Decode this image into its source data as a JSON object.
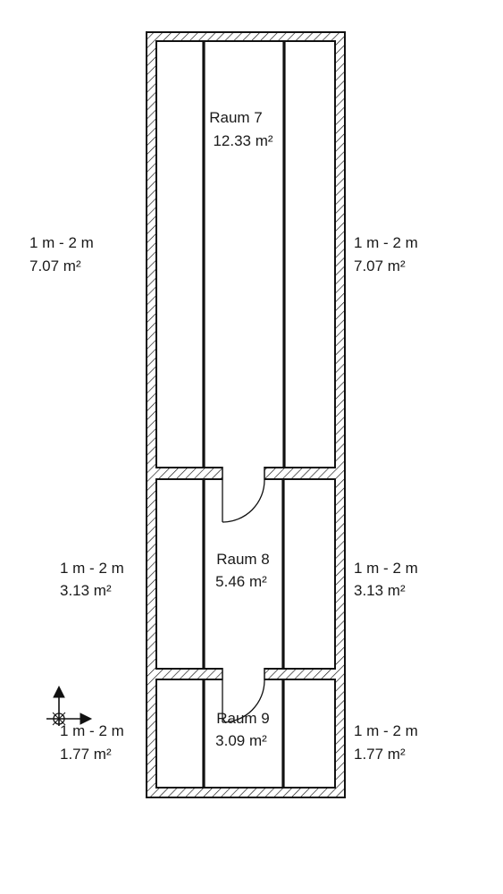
{
  "rooms": [
    {
      "name": "Raum 7",
      "area": "12.33 m²"
    },
    {
      "name": "Raum 8",
      "area": "5.46 m²"
    },
    {
      "name": "Raum 9",
      "area": "3.09 m²"
    }
  ],
  "side_zones": {
    "room7": {
      "left": {
        "height": "1 m - 2 m",
        "area": "7.07 m²"
      },
      "right": {
        "height": "1 m - 2 m",
        "area": "7.07 m²"
      }
    },
    "room8": {
      "left": {
        "height": "1 m - 2 m",
        "area": "3.13 m²"
      },
      "right": {
        "height": "1 m - 2 m",
        "area": "3.13 m²"
      }
    },
    "room9": {
      "left": {
        "height": "1 m - 2 m",
        "area": "1.77 m²"
      },
      "right": {
        "height": "1 m - 2 m",
        "area": "1.77 m²"
      }
    }
  },
  "icons": {
    "axis": "axis-origin-icon",
    "door": "door-swing-icon"
  },
  "colors": {
    "line": "#111111",
    "background": "#ffffff"
  }
}
